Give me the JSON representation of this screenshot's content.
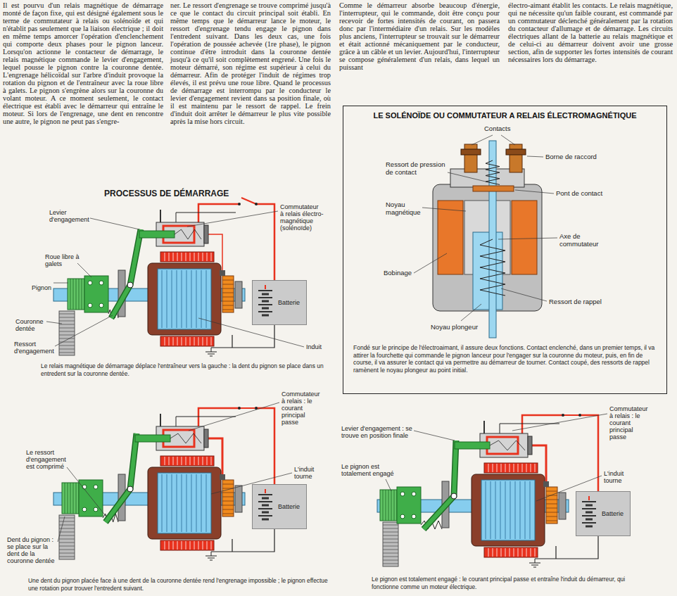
{
  "diagram": {
    "nodes": [
      {
        "text": [
          "LE SOLÉNOÏDE OU COMMUTATEUR A RELAIS ÉLECTROMAGNÉTIQUE",
          "Fondé sur le principe de l'électroaimant, il assure deux fonctions. Contact enclenché, dans un premier temps, il va attirer la fourchette qui commande le pignon lanceur pour l'engager sur la couronne du moteur, puis, en fin de course, il va assurer le contact qui va permettre au démarreur de tourner. Contact coupé, des ressorts de rappel ramènent le noyau plongeur au point initial."
        ]
      },
      {
        "text": [
          "Batterie"
        ]
      },
      {
        "text": [
          "Batterie"
        ]
      },
      {
        "text": [
          "Batterie"
        ]
      }
    ],
    "labels": [
      "Il est pourvu d'un relais magnétique de démarrage monté de façon fixe, qui est désigné également sous le terme de commutateur à relais ou solénoïde et qui n'établit pas seulement que la liaison électrique ; il doit en même temps amorcer l'opération d'enclenchement qui comporte deux phases pour le pignon lanceur. Lorsqu'on actionne le contacteur de démarrage, le relais magnétique commande le levier d'engagement, lequel pousse le pignon contre la couronne dentée. L'engrenage hélicoïdal sur l'arbre d'induit provoque la rotation du pignon et de l'entraîneur avec la roue libre à galets. Le pignon s'engrène alors sur la couronne du volant moteur. A ce moment seulement, le contact électrique est établi avec le démarreur qui entraîne le moteur. Si lors de l'engrenage, une dent en rencontre une autre, le pignon ne peut pas s'engre-",
      "ner. Le ressort d'engrenage se trouve comprimé jusqu'à ce que le contact du circuit principal soit établi. En même temps que le démarreur lance le moteur, le ressort d'engrenage tendu engage le pignon dans l'entredent suivant. Dans les deux cas, une fois l'opération de poussée achevée (1re phase), le pignon continue d'être introduit dans la couronne dentée jusqu'à ce qu'il soit complètement engrené. Une fois le moteur démarré, son régime est supérieur à celui du démarreur. Afin de protéger l'induit de régimes trop élevés, il est prévu une roue libre. Quand le processus de démarrage est interrompu par le conducteur le levier d'engagement revient dans sa position finale, où il est maintenu par le ressort de rappel. Le frein d'induit doit arrêter le démarreur le plus vite possible après la mise hors circuit.",
      "Comme le démarreur absorbe beaucoup d'énergie, l'interrupteur, qui le commande, doit être conçu pour recevoir de fortes intensités de courant, on passera donc par l'intermédiaire d'un relais. Sur les modèles plus anciens, l'interrupteur se trouvait sur le démarreur et était actionné mécaniquement par le conducteur, grâce à un câble et un levier. Aujourd'hui, l'interrupteur se compose généralement d'un relais, dans lequel un puissant",
      "électro-aimant établit les contacts. Le relais magnétique, qui ne nécessite qu'un faible courant, est commandé par un commutateur déclenché généralement par la rotation du contacteur d'allumage et de démarrage. Les circuits électriques allant de la batterie au relais magnétique et de celui-ci au démarreur doivent avoir une grosse section, afin de supporter les fortes intensités de courant nécessaires lors du démarrage.",
      "PROCESSUS DE DÉMARRAGE",
      "Levier d'engagement",
      "Roue libre à galets",
      "Pignon",
      "Couronne dentée",
      "Ressort d'engagement",
      "Commutateur à relais électro-magnétique (solénoïde)",
      "Induit",
      "Le relais magnétique de démarrage déplace l'entraîneur vers la gauche : la dent du pignon se place dans un entredent sur la couronne dentée.",
      "Le ressort d'engagement est comprimé",
      "Dent du pignon : se place sur la dent de la couronne dentée",
      "Commutateur à relais : le courant principal passe",
      "L'induit tourne",
      "Une dent du pignon placée face à une dent de la couronne dentée rend l'engrenage impossible ; le pignon effectue une rotation pour trouver l'entredent suivant.",
      "Levier d'engagement : se trouve en position finale",
      "Le pignon est totalement engagé",
      "Commutateur à relais : le courant principal passe",
      "L'induit tourne",
      "Le pignon est totalement engagé : le courant principal passe et entraîne l'induit du démarreur, qui fonctionne comme un moteur électrique.",
      "Contacts",
      "Borne de raccord",
      "Ressort de pression de contact",
      "Pont de contact",
      "Noyau magnétique",
      "Axe de commutateur",
      "Bobinage",
      "Ressort de rappel",
      "Noyau plongeur"
    ]
  }
}
